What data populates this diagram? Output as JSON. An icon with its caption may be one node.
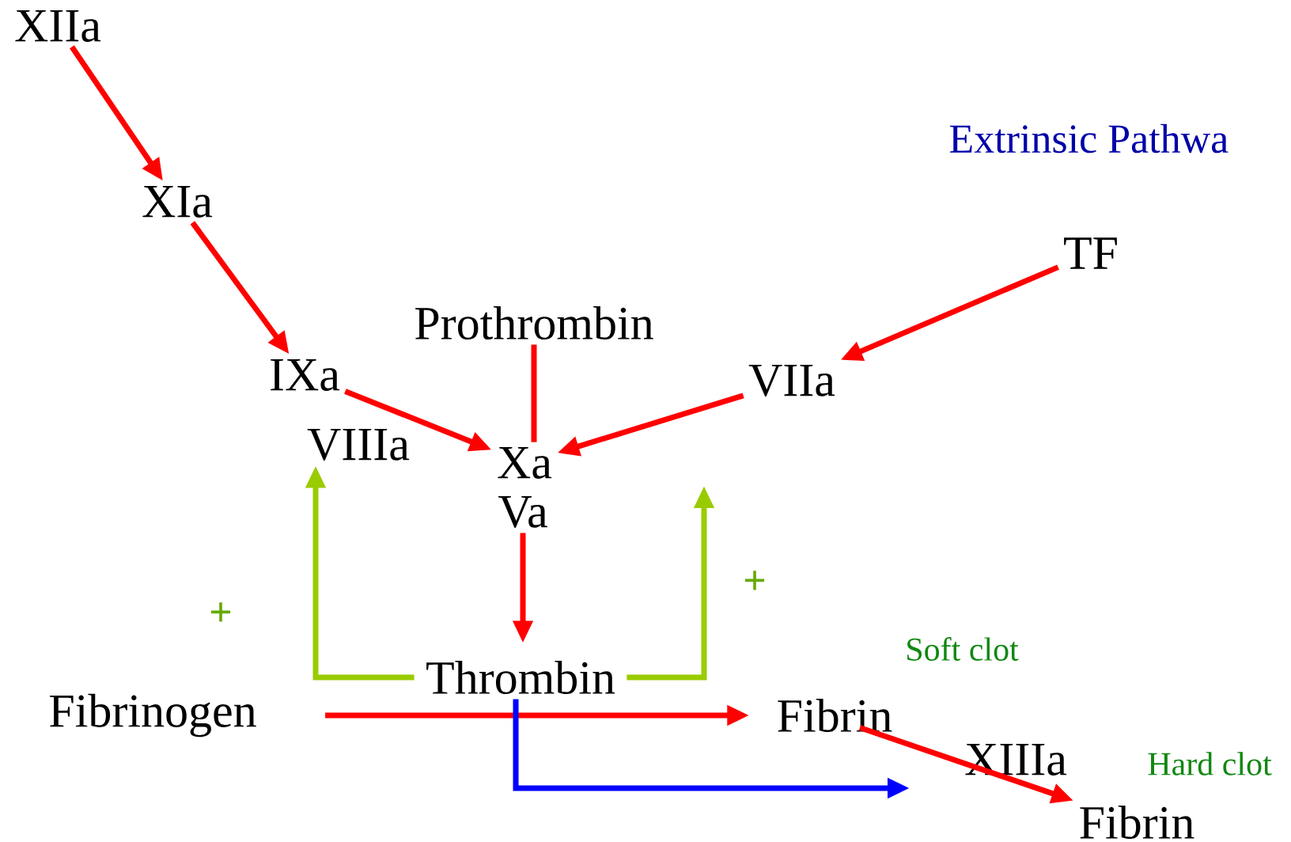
{
  "diagram": {
    "nodes": [
      {
        "text": [
          "XIIa"
        ]
      },
      {
        "text": [
          "XIa"
        ]
      },
      {
        "text": [
          "IXa"
        ]
      },
      {
        "text": [
          "VIIIa"
        ]
      },
      {
        "text": [
          "Prothrombin"
        ]
      },
      {
        "text": [
          "Xa"
        ]
      },
      {
        "text": [
          "Va"
        ]
      },
      {
        "text": [
          "VIIa"
        ]
      },
      {
        "text": [
          "TF"
        ]
      },
      {
        "text": [
          "Thrombin"
        ]
      },
      {
        "text": [
          "Fibrinogen"
        ]
      },
      {
        "text": [
          "Fibrin"
        ]
      },
      {
        "text": [
          "XIIIa"
        ]
      },
      {
        "text": [
          "Fibrin"
        ]
      }
    ],
    "edges": [
      {
        "from": 0,
        "to": 1,
        "arrow": "to"
      },
      {
        "from": 1,
        "to": 2,
        "arrow": "to"
      },
      {
        "from": 2,
        "to": 5,
        "arrow": "to"
      },
      {
        "from": 4,
        "to": 5,
        "arrow": "none"
      },
      {
        "from": 8,
        "to": 7,
        "arrow": "to"
      },
      {
        "from": 7,
        "to": 5,
        "arrow": "to"
      },
      {
        "from": 6,
        "to": 9,
        "arrow": "to"
      },
      {
        "from": 9,
        "to": 3,
        "arrow": "to",
        "color": "#99cc00"
      },
      {
        "from": 9,
        "to": null,
        "arrow": "to",
        "color": "#99cc00"
      },
      {
        "from": 10,
        "to": 11,
        "arrow": "to"
      },
      {
        "from": 9,
        "to": null,
        "arrow": "to",
        "color": "#0000ff"
      },
      {
        "from": 11,
        "to": 13,
        "arrow": "to"
      }
    ],
    "labels": [
      "Extrinsic Pathwa",
      "+",
      "+",
      "Soft clot",
      "Hard clot"
    ]
  }
}
